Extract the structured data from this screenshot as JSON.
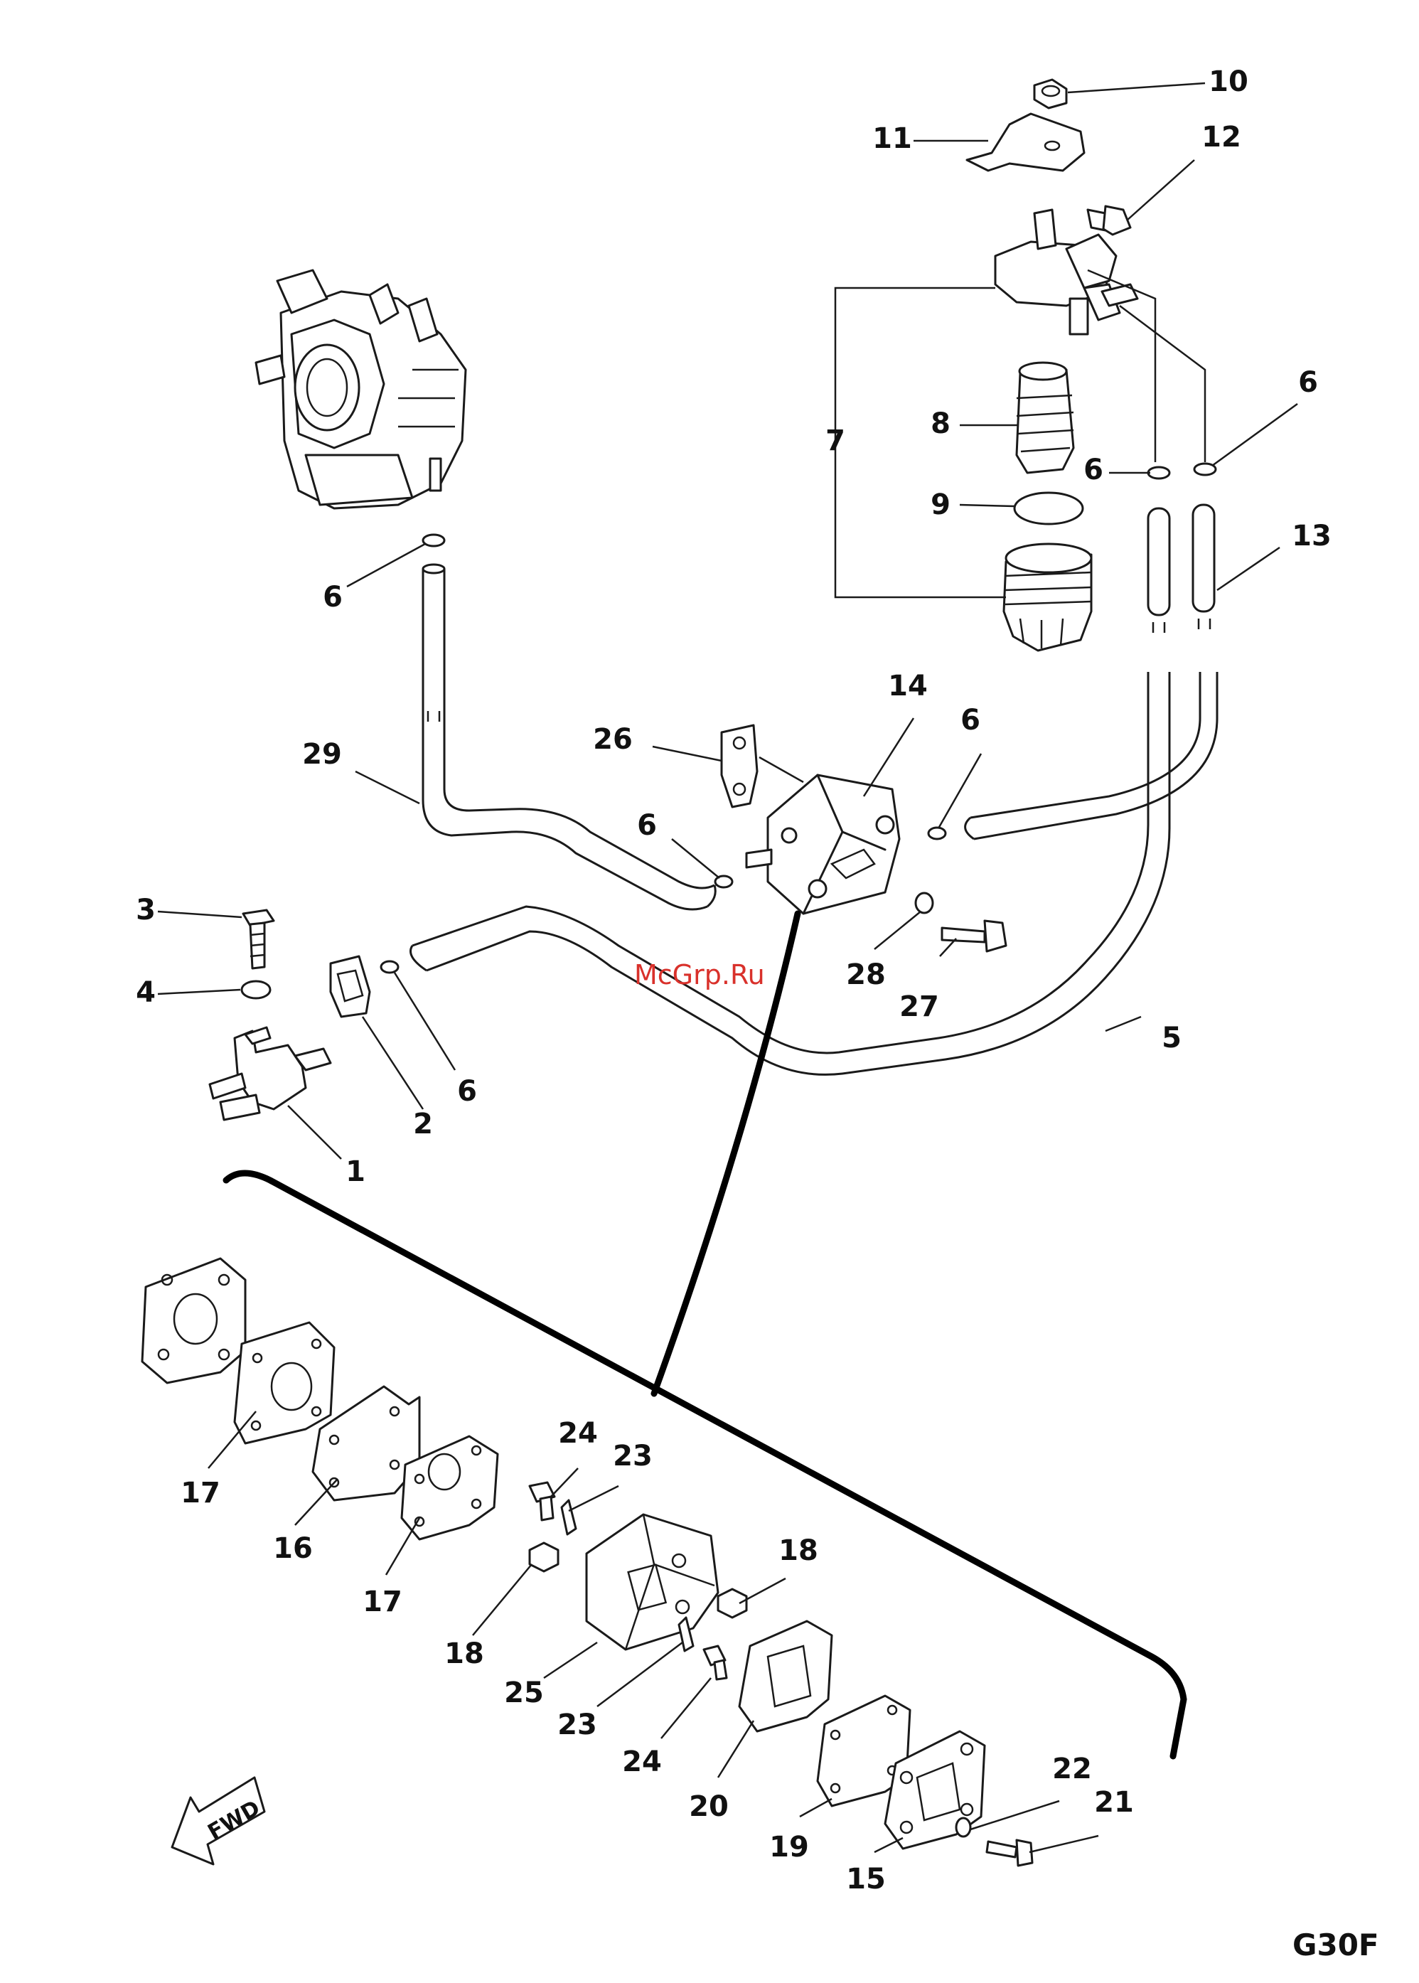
{
  "diagram_code": "G30F",
  "watermark": "McGrp.Ru",
  "direction_label": "FWD",
  "callouts": {
    "c1": "1",
    "c2": "2",
    "c3": "3",
    "c4": "4",
    "c5": "5",
    "c6": "6",
    "c7": "7",
    "c8": "8",
    "c9": "9",
    "c10": "10",
    "c11": "11",
    "c12": "12",
    "c13": "13",
    "c14": "14",
    "c15": "15",
    "c16": "16",
    "c17": "17",
    "c18": "18",
    "c19": "19",
    "c20": "20",
    "c21": "21",
    "c22": "22",
    "c23": "23",
    "c24": "24",
    "c25": "25",
    "c26": "26",
    "c27": "27",
    "c28": "28",
    "c29": "29"
  }
}
